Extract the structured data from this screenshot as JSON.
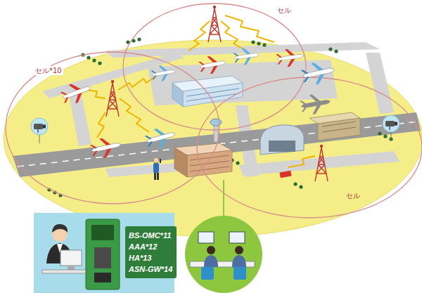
{
  "diagram": {
    "nodes": [
      {
        "text": [
          "BS-OMC*11",
          "AAA*12",
          "HA*13",
          "ASN-GW*14"
        ]
      }
    ],
    "labels": [
      "セル",
      "セル*10",
      "セル"
    ]
  }
}
